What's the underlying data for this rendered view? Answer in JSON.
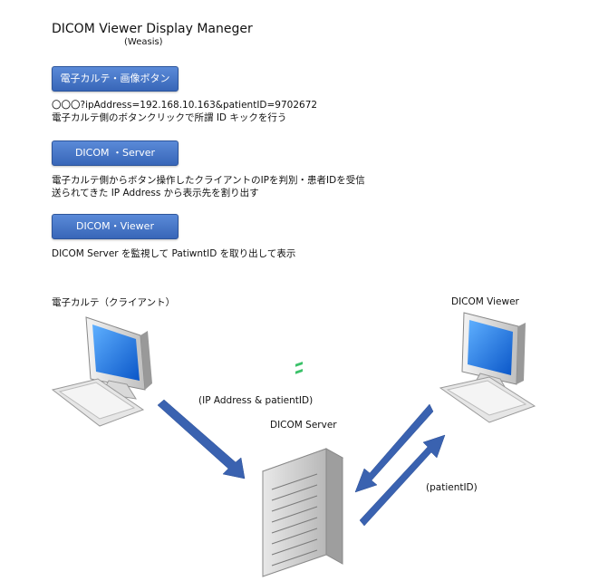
{
  "header": {
    "title": "DICOM Viewer Display Maneger",
    "subtitle": "(Weasis)"
  },
  "sections": [
    {
      "button_label": "電子カルテ・画像ボタン",
      "lines": [
        "〇〇〇?ipAddress=192.168.10.163&patientID=9702672",
        "電子カルテ側のボタンクリックで所謂 ID キックを行う"
      ]
    },
    {
      "button_label": "DICOM ・Server",
      "lines": [
        "電子カルテ側からボタン操作したクライアントのIPを判別・患者IDを受信",
        "送られてきた IP Address から表示先を割り出す"
      ]
    },
    {
      "button_label": "DICOM・Viewer",
      "lines": [
        "DICOM Server を監視して PatiwntID を取り出して表示"
      ]
    }
  ],
  "diagram": {
    "client_label": "電子カルテ（クライアント）",
    "viewer_label": "DICOM Viewer",
    "server_label": "DICOM Server",
    "arrow1_label": "(IP Address & patientID)",
    "arrow2_label": "(patientID)",
    "arrow_color": "#3a62b0",
    "icons": [
      "computer-icon",
      "computer-icon",
      "server-icon"
    ]
  }
}
